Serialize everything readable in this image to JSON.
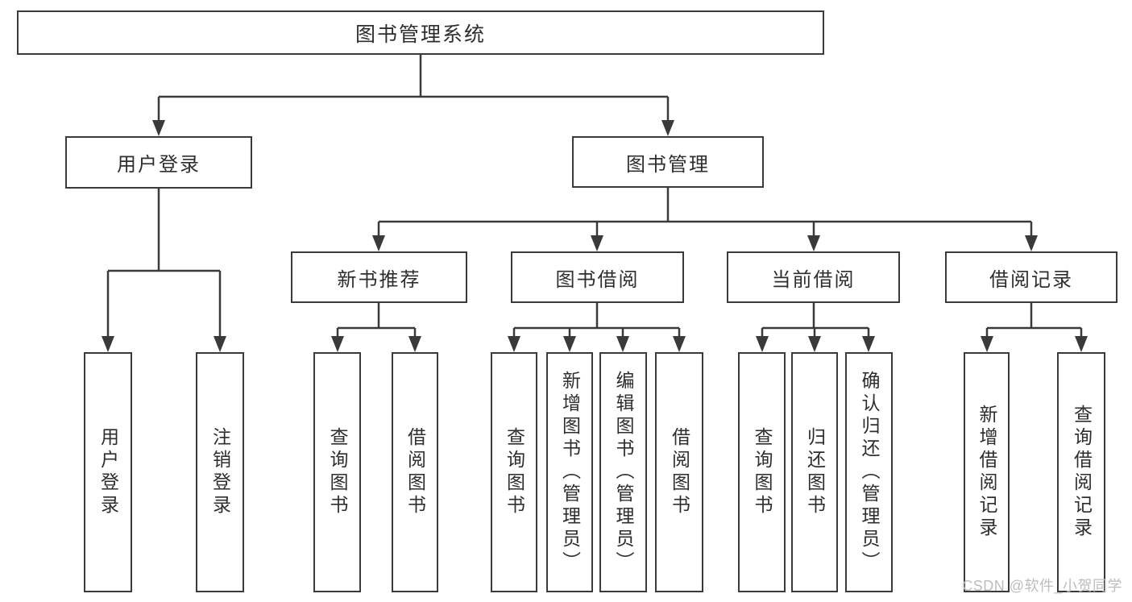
{
  "nodes": {
    "root": {
      "label": "图书管理系统"
    },
    "branches": [
      {
        "label": "用户登录",
        "children": [
          {
            "label": "用户登录"
          },
          {
            "label": "注销登录"
          }
        ]
      },
      {
        "label": "图书管理",
        "children": [
          {
            "label": "新书推荐",
            "children": [
              {
                "label": "查询图书"
              },
              {
                "label": "借阅图书"
              }
            ]
          },
          {
            "label": "图书借阅",
            "children": [
              {
                "label": "查询图书"
              },
              {
                "label": "新增图书（管理员）"
              },
              {
                "label": "编辑图书（管理员）"
              },
              {
                "label": "借阅图书"
              }
            ]
          },
          {
            "label": "当前借阅",
            "children": [
              {
                "label": "查询图书"
              },
              {
                "label": "归还图书"
              },
              {
                "label": "确认归还（管理员）"
              }
            ]
          },
          {
            "label": "借阅记录",
            "children": [
              {
                "label": "新增借阅记录"
              },
              {
                "label": "查询借阅记录"
              }
            ]
          }
        ]
      }
    ]
  },
  "watermark": {
    "text": "CSDN @软件_小贺同学"
  },
  "colors": {
    "line": "#3a3a3a",
    "node_border": "#3a3a3a",
    "text": "#2e2e2e",
    "watermark": "#bdbdbd",
    "background": "#ffffff"
  }
}
